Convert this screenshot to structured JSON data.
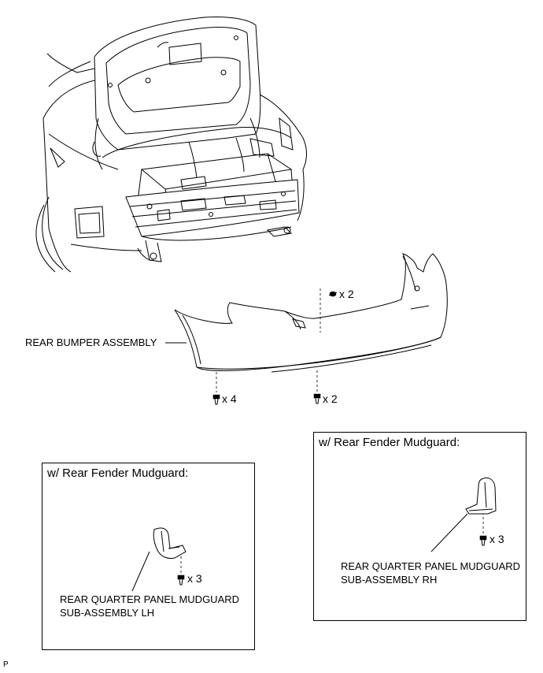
{
  "labels": {
    "rear_bumper_assembly": "REAR BUMPER ASSEMBLY",
    "mudguard_lh_line1": "REAR QUARTER PANEL MUDGUARD",
    "mudguard_lh_line2": "SUB-ASSEMBLY LH",
    "mudguard_rh_line1": "REAR QUARTER PANEL MUDGUARD",
    "mudguard_rh_line2": "SUB-ASSEMBLY RH"
  },
  "quantities": {
    "bumper_top_clip": "x 2",
    "bumper_bottom_left_screw": "x 4",
    "bumper_bottom_right_screw": "x 2",
    "mudguard_lh_screw": "x 3",
    "mudguard_rh_screw": "x 3"
  },
  "boxes": {
    "lh_title": "w/ Rear Fender Mudguard:",
    "rh_title": "w/ Rear Fender Mudguard:"
  },
  "figure_code": "P",
  "icons": [
    "clip-icon",
    "screw-icon"
  ]
}
